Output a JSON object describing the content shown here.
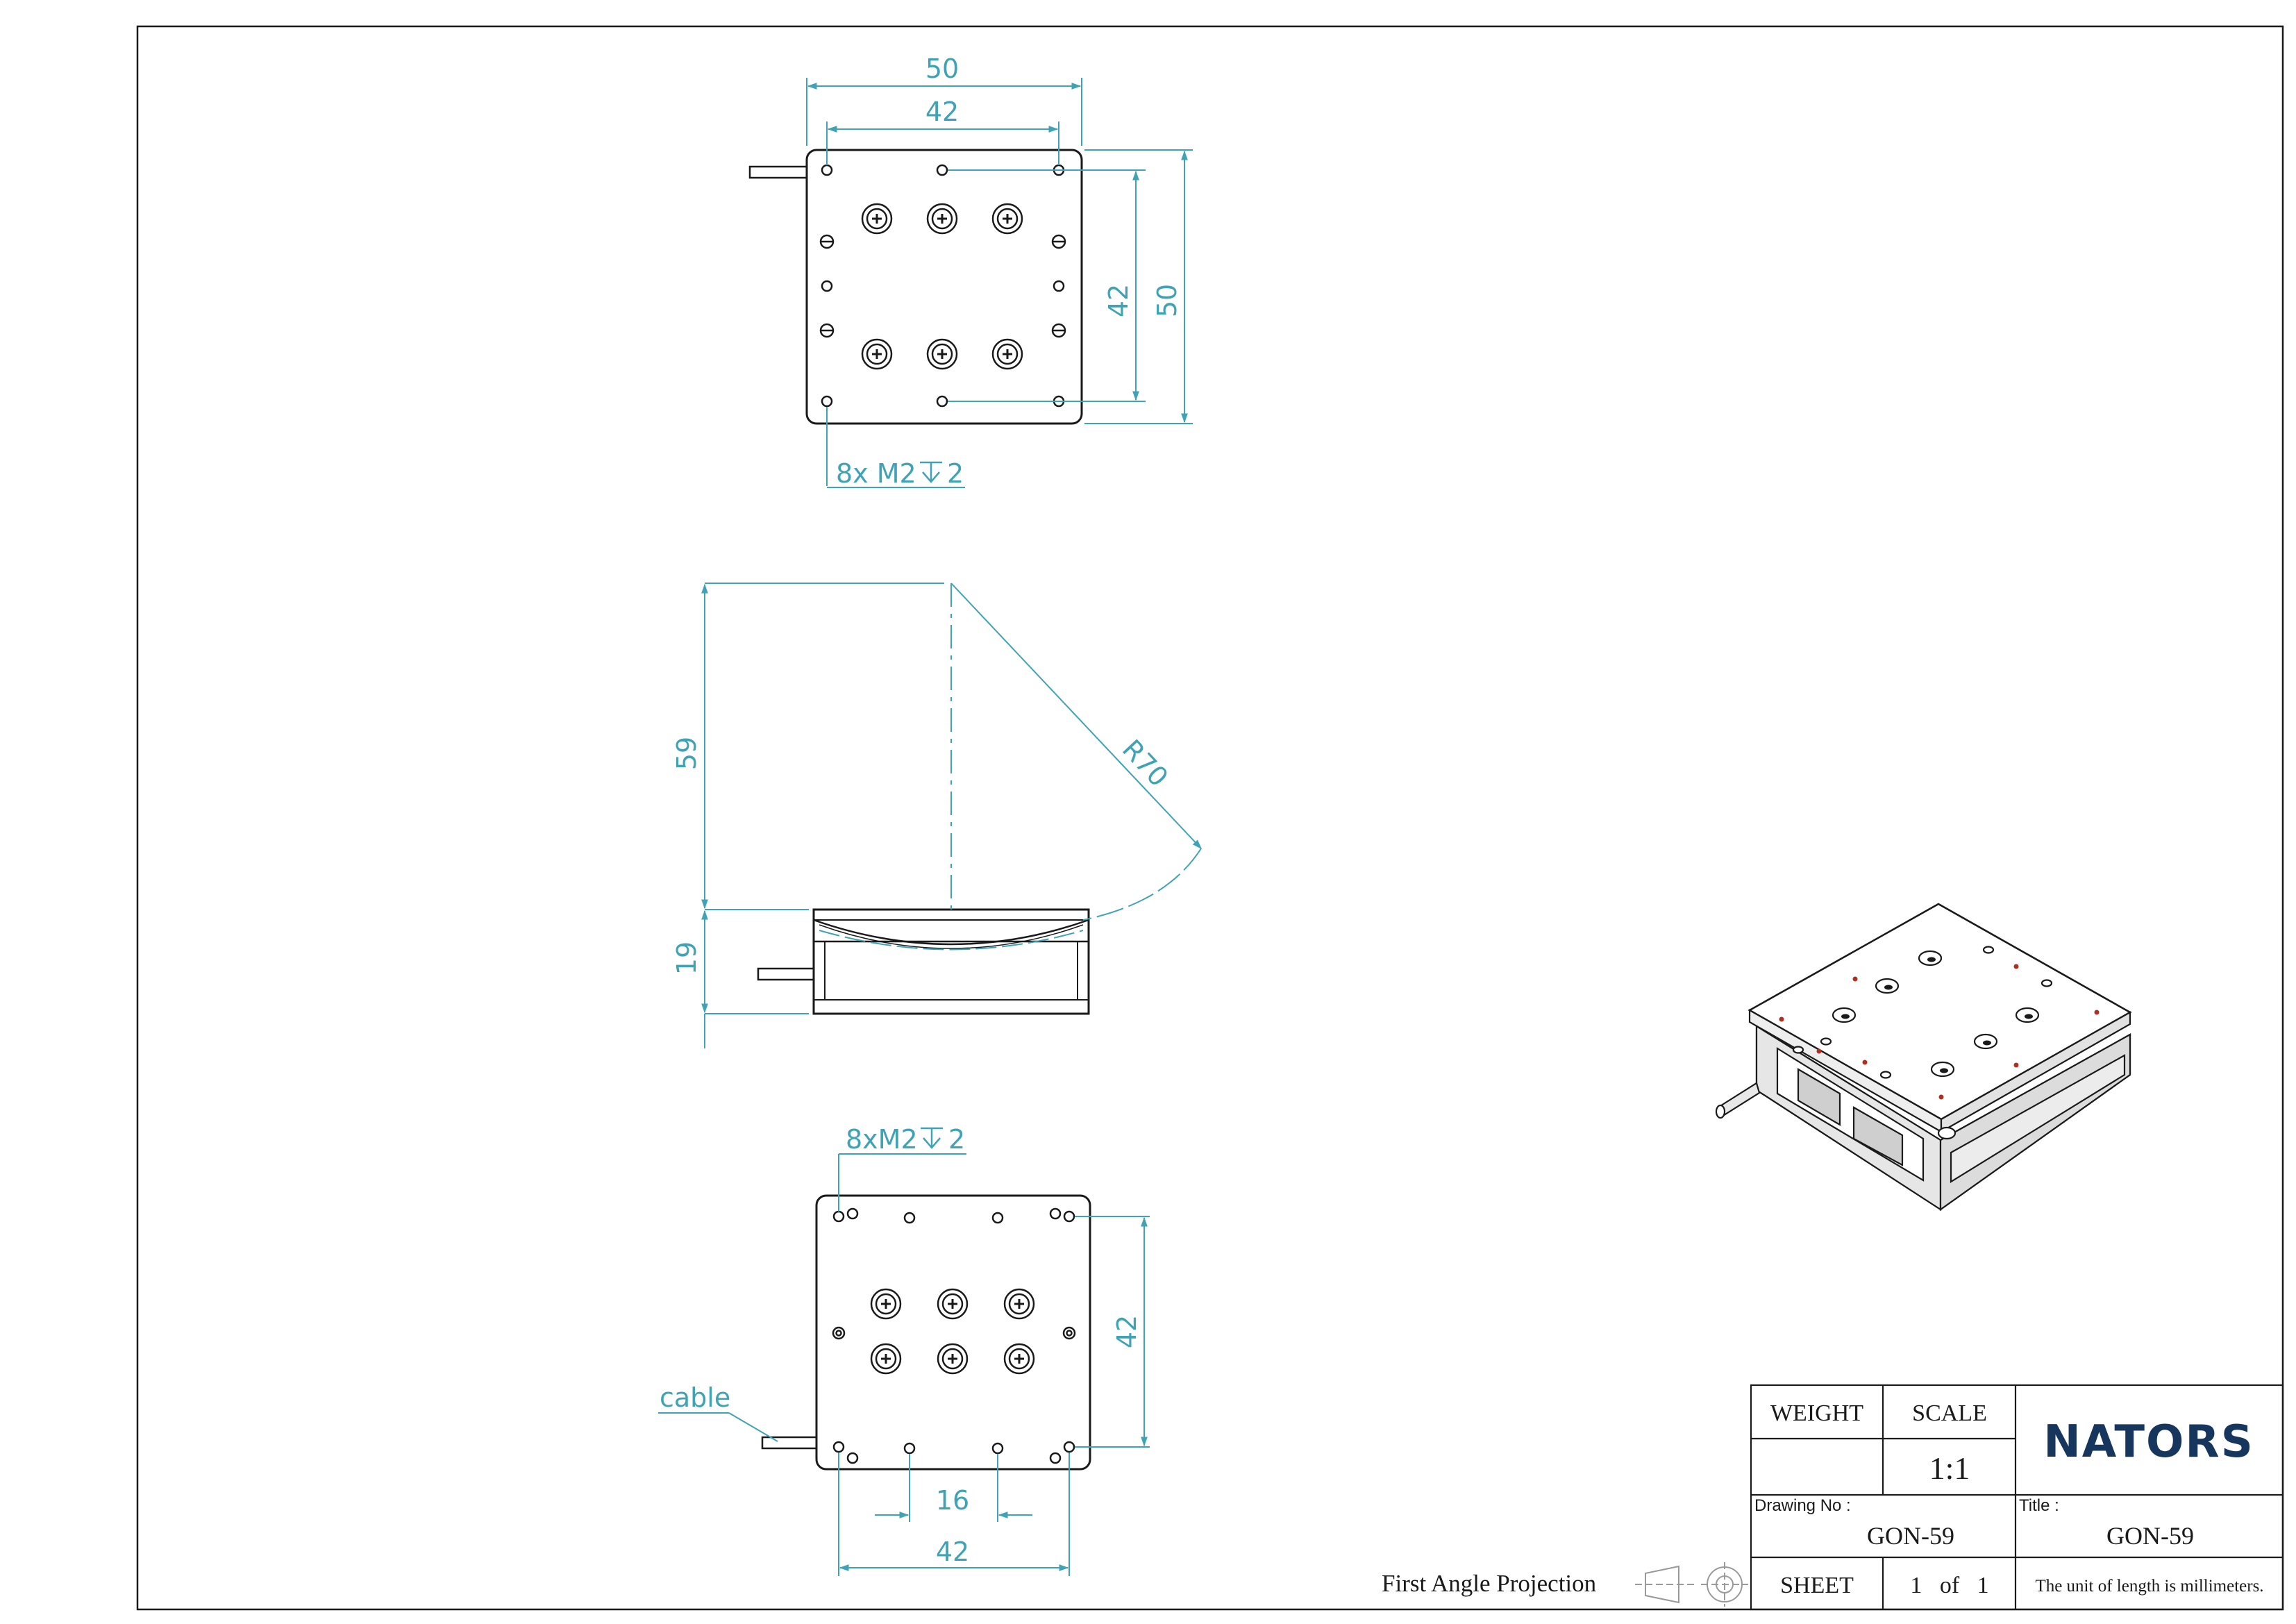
{
  "colors": {
    "dimension": "#3fa3b5",
    "outline": "#1a1a1a",
    "brand": "#17365d",
    "hole_accent": "#b03020"
  },
  "top_view": {
    "overall_width": "50",
    "hole_spacing_width": "42",
    "hole_spacing_height": "42",
    "overall_height": "50",
    "thread_note": "8x M2",
    "thread_depth": "2"
  },
  "side_view": {
    "tilt_height": "59",
    "stage_height": "19",
    "radius": "R70"
  },
  "bottom_view": {
    "thread_note": "8xM2",
    "thread_depth": "2",
    "hole_spacing_height": "42",
    "center_spacing": "16",
    "hole_spacing_width": "42",
    "cable_label": "cable"
  },
  "title_block": {
    "weight_label": "WEIGHT",
    "weight_value": "",
    "scale_label": "SCALE",
    "scale_value": "1:1",
    "company": "NATORS",
    "drawing_no_label": "Drawing No :",
    "drawing_no": "GON-59",
    "title_label": "Title :",
    "title": "GON-59",
    "sheet_label": "SHEET",
    "sheet_value": "1   of   1",
    "unit_note": "The unit of length is millimeters.",
    "projection": "First Angle Projection"
  }
}
